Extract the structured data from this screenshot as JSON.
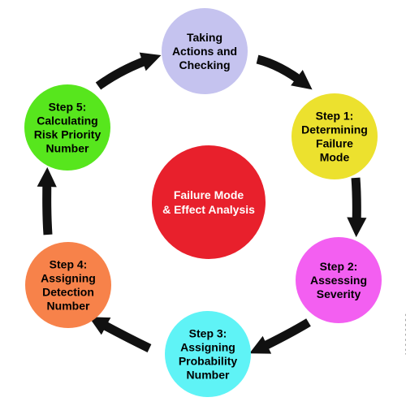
{
  "diagram": {
    "center": {
      "lines": [
        "Failure Mode",
        "& Effect Analysis"
      ],
      "color": "#e8202c"
    },
    "steps": [
      {
        "lines": [
          "Taking",
          "Actions and",
          "Checking"
        ],
        "color": "#c5c3ef",
        "text_color": "#000000"
      },
      {
        "lines": [
          "Step 1:",
          "Determining",
          "Failure",
          "Mode"
        ],
        "color": "#ece12e",
        "text_color": "#000000"
      },
      {
        "lines": [
          "Step 2:",
          "Assessing",
          "Severity"
        ],
        "color": "#f35ff1",
        "text_color": "#000000"
      },
      {
        "lines": [
          "Step 3:",
          "Assigning",
          "Probability",
          "Number"
        ],
        "color": "#5ff3f6",
        "text_color": "#000000"
      },
      {
        "lines": [
          "Step 4:",
          "Assigning",
          "Detection",
          "Number"
        ],
        "color": "#f7824a",
        "text_color": "#000000"
      },
      {
        "lines": [
          "Step 5:",
          "Calculating",
          "Risk Priority",
          "Number"
        ],
        "color": "#57e61d",
        "text_color": "#000000"
      }
    ],
    "arrow_color": "#111111"
  },
  "stock_id": "400966830"
}
